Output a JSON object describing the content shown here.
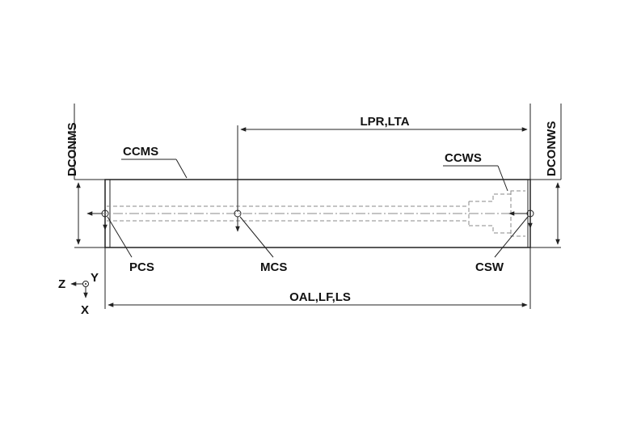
{
  "labels": {
    "dconms": "DCONMS",
    "dconws": "DCONWS",
    "lpr_lta": "LPR,LTA",
    "ccms": "CCMS",
    "ccws": "CCWS",
    "pcs": "PCS",
    "mcs": "MCS",
    "csw": "CSW",
    "oal_lf_ls": "OAL,LF,LS",
    "axis_z": "Z",
    "axis_y": "Y",
    "axis_x": "X"
  },
  "colors": {
    "line": "#222222",
    "hidden_line": "#888888",
    "background": "#ffffff"
  }
}
